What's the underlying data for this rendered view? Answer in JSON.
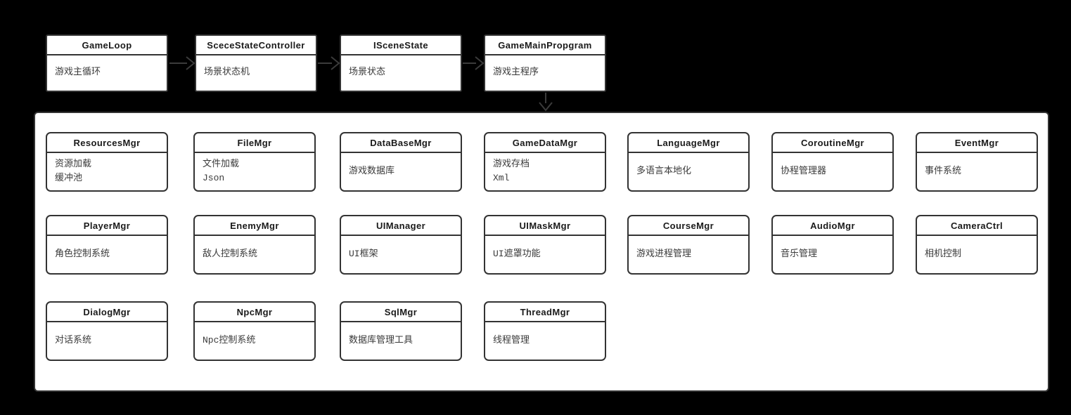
{
  "diagram": {
    "type": "architecture-flow",
    "colors": {
      "background": "#000000",
      "box_fill": "#ffffff",
      "stroke": "#333333",
      "title_text": "#1a1a1a",
      "body_text": "#3a3a3a"
    },
    "flow": {
      "nodes": [
        {
          "title": "GameLoop",
          "body": "游戏主循环"
        },
        {
          "title": "SceceStateController",
          "body": "场景状态机"
        },
        {
          "title": "ISceneState",
          "body": "场景状态"
        },
        {
          "title": "GameMainPropgram",
          "body": "游戏主程序"
        }
      ],
      "edges": [
        {
          "from": "GameLoop",
          "to": "SceceStateController"
        },
        {
          "from": "SceceStateController",
          "to": "ISceneState"
        },
        {
          "from": "ISceneState",
          "to": "GameMainPropgram"
        },
        {
          "from": "GameMainPropgram",
          "to": "managers-container"
        }
      ]
    },
    "managers": [
      [
        {
          "title": "ResourcesMgr",
          "body": "资源加载\n缓冲池"
        },
        {
          "title": "FileMgr",
          "body": "文件加载\nJson"
        },
        {
          "title": "DataBaseMgr",
          "body": "游戏数据库"
        },
        {
          "title": "GameDataMgr",
          "body": "游戏存档\nXml"
        },
        {
          "title": "LanguageMgr",
          "body": "多语言本地化"
        },
        {
          "title": "CoroutineMgr",
          "body": "协程管理器"
        },
        {
          "title": "EventMgr",
          "body": "事件系统"
        }
      ],
      [
        {
          "title": "PlayerMgr",
          "body": "角色控制系统"
        },
        {
          "title": "EnemyMgr",
          "body": "敌人控制系统"
        },
        {
          "title": "UIManager",
          "body": "UI框架"
        },
        {
          "title": "UIMaskMgr",
          "body": "UI遮罩功能"
        },
        {
          "title": "CourseMgr",
          "body": "游戏进程管理"
        },
        {
          "title": "AudioMgr",
          "body": "音乐管理"
        },
        {
          "title": "CameraCtrl",
          "body": "相机控制"
        }
      ],
      [
        {
          "title": "DialogMgr",
          "body": "对话系统"
        },
        {
          "title": "NpcMgr",
          "body": "Npc控制系统"
        },
        {
          "title": "SqlMgr",
          "body": "数据库管理工具"
        },
        {
          "title": "ThreadMgr",
          "body": "线程管理"
        }
      ]
    ]
  }
}
